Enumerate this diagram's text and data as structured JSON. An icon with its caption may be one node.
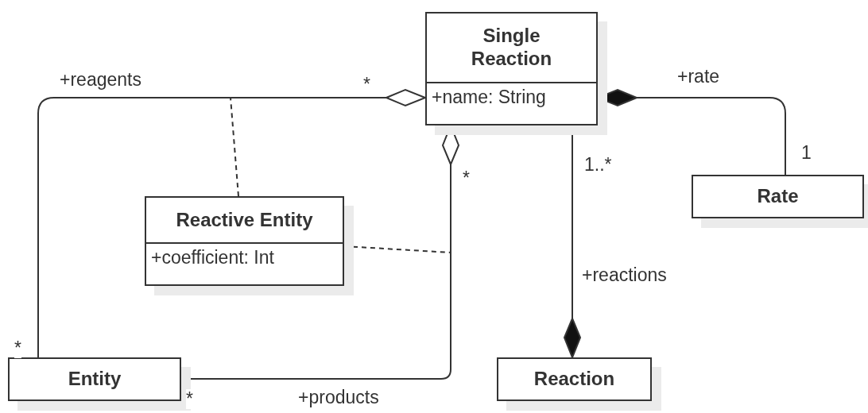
{
  "diagram": {
    "nodes": [
      {
        "text": [
          "Single Reaction",
          "+name: String"
        ]
      },
      {
        "text": [
          "Reactive Entity",
          "+coefficient: Int"
        ]
      },
      {
        "text": [
          "Rate"
        ]
      },
      {
        "text": [
          "Entity"
        ]
      },
      {
        "text": [
          "Reaction"
        ]
      }
    ],
    "edges": [
      {
        "from": 3,
        "to": 0,
        "arrow": "other",
        "label": "+reagents"
      },
      {
        "from": 3,
        "to": 0,
        "arrow": "other",
        "label": "+products"
      },
      {
        "from": 2,
        "to": 0,
        "arrow": "other",
        "label": "+rate"
      },
      {
        "from": 0,
        "to": 4,
        "arrow": "other",
        "label": "+reactions"
      },
      {
        "from": 1,
        "to": null,
        "arrow": "none",
        "style": "dashed"
      },
      {
        "from": 1,
        "to": null,
        "arrow": "none",
        "style": "dashed"
      }
    ],
    "labels": [
      "*",
      "1",
      "1..*",
      "*",
      "*",
      "*"
    ]
  }
}
